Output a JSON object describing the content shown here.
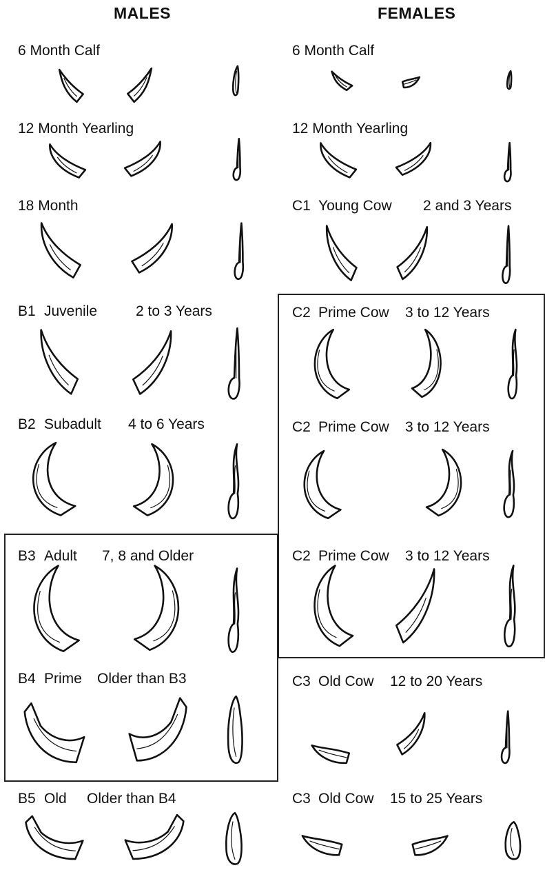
{
  "headers": {
    "males": "MALES",
    "females": "FEMALES"
  },
  "males": [
    {
      "id": "m1",
      "class_label": "",
      "name": "6 Month Calf",
      "age": ""
    },
    {
      "id": "m2",
      "class_label": "",
      "name": "12 Month Yearling",
      "age": ""
    },
    {
      "id": "m3",
      "class_label": "",
      "name": "18 Month",
      "age": ""
    },
    {
      "id": "m4",
      "class_label": "B1",
      "name": "Juvenile",
      "age": "2 to 3 Years"
    },
    {
      "id": "m5",
      "class_label": "B2",
      "name": "Subadult",
      "age": "4 to 6 Years"
    },
    {
      "id": "m6",
      "class_label": "B3",
      "name": "Adult",
      "age": "7, 8 and Older"
    },
    {
      "id": "m7",
      "class_label": "B4",
      "name": "Prime",
      "age": "Older than B3"
    },
    {
      "id": "m8",
      "class_label": "B5",
      "name": "Old",
      "age": "Older than B4"
    }
  ],
  "females": [
    {
      "id": "f1",
      "class_label": "",
      "name": "6 Month Calf",
      "age": ""
    },
    {
      "id": "f2",
      "class_label": "",
      "name": "12 Month Yearling",
      "age": ""
    },
    {
      "id": "f3",
      "class_label": "C1",
      "name": "Young Cow",
      "age": "2 and 3 Years"
    },
    {
      "id": "f4",
      "class_label": "C2",
      "name": "Prime Cow",
      "age": "3 to 12 Years"
    },
    {
      "id": "f5",
      "class_label": "C2",
      "name": "Prime Cow",
      "age": "3 to 12 Years"
    },
    {
      "id": "f6",
      "class_label": "C2",
      "name": "Prime Cow",
      "age": "3 to 12 Years"
    },
    {
      "id": "f7",
      "class_label": "C3",
      "name": "Old Cow",
      "age": "12 to 20 Years"
    },
    {
      "id": "f8",
      "class_label": "C3",
      "name": "Old Cow",
      "age": "15 to 25 Years"
    }
  ]
}
